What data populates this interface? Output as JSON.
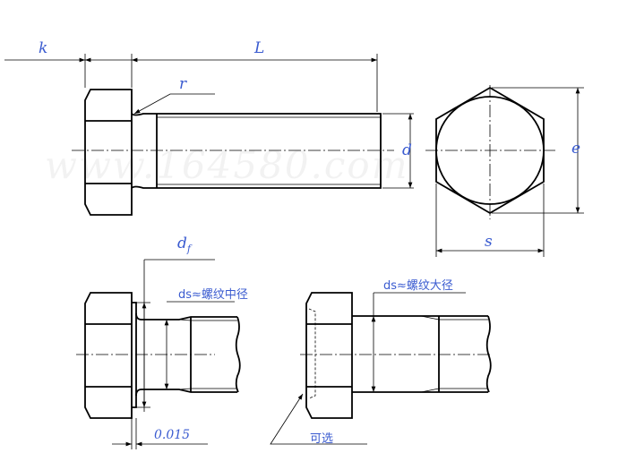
{
  "watermark": "www.164580.com",
  "labels": {
    "k": "k",
    "L": "L",
    "r": "r",
    "d": "d",
    "e": "e",
    "s": "s",
    "df_main": "d",
    "df_sub": "f"
  },
  "notes": {
    "ds_pitch": "ds≈螺纹中径",
    "ds_major": "ds≈螺纹大径",
    "tolerance": "0.015",
    "optional": "可选"
  },
  "colors": {
    "line": "#000000",
    "label": "#3a5bd0"
  }
}
